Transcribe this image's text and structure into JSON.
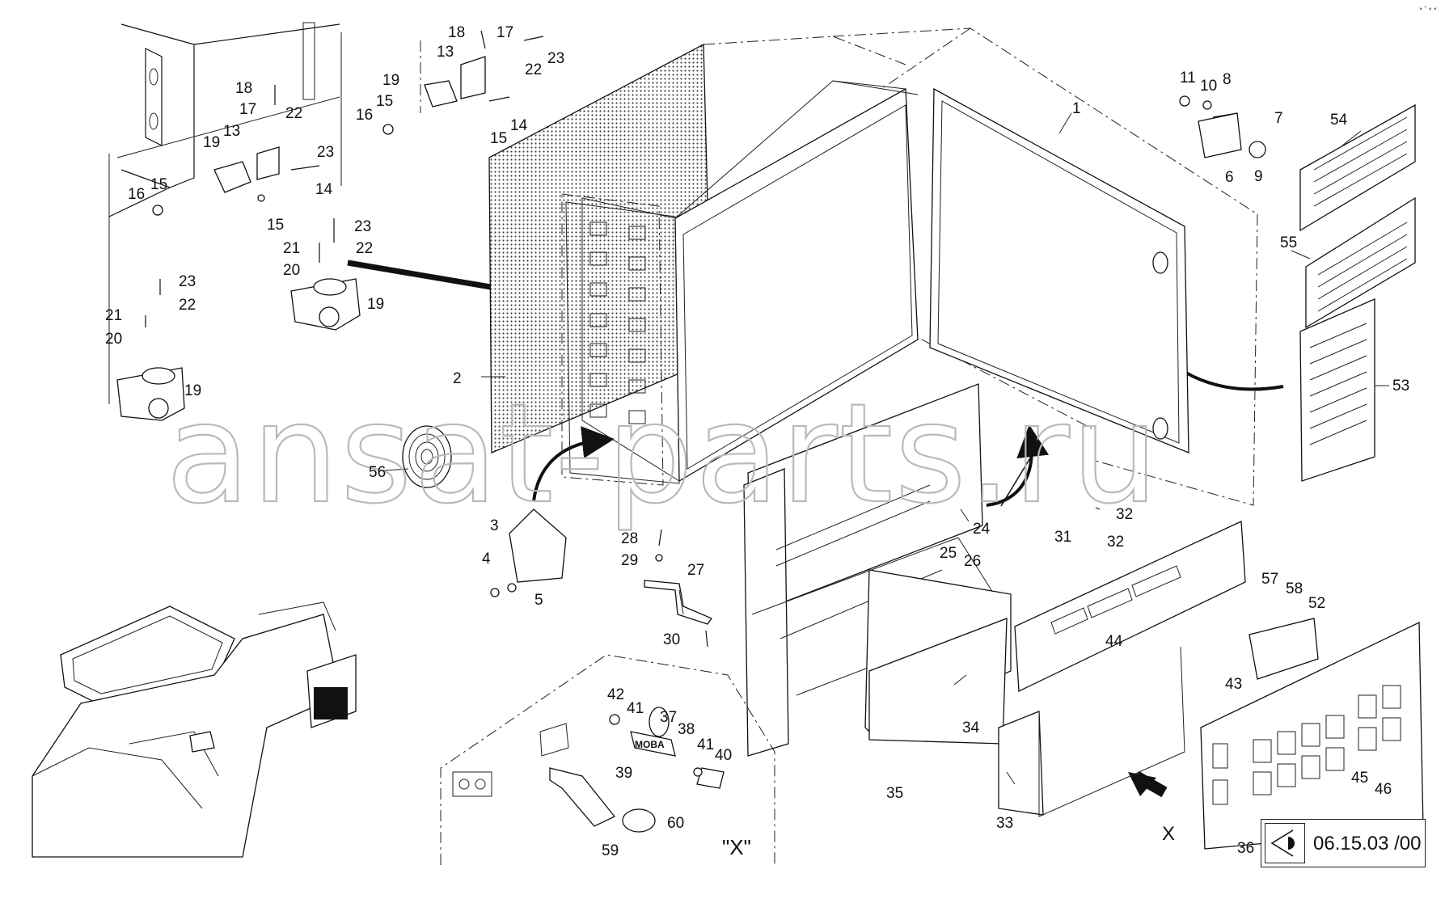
{
  "watermark": "ansat-parts.ru",
  "drawing_reference": "06.15.03 /00",
  "view_label": "\"X\"",
  "view_direction_letter": "X",
  "corner_mark": "∙⁺∙∙",
  "callouts": {
    "c1": "1",
    "c2": "2",
    "c3": "3",
    "c4": "4",
    "c5": "5",
    "c6": "6",
    "c7": "7",
    "c8": "8",
    "c9": "9",
    "c10": "10",
    "c11": "11",
    "c13a": "13",
    "c13b": "13",
    "c14a": "14",
    "c14b": "14",
    "c15a": "15",
    "c15b": "15",
    "c15c": "15",
    "c15d": "15",
    "c16a": "16",
    "c16b": "16",
    "c17a": "17",
    "c17b": "17",
    "c18a": "18",
    "c18b": "18",
    "c19a": "19",
    "c19b": "19",
    "c19c": "19",
    "c19d": "19",
    "c20a": "20",
    "c20b": "20",
    "c21a": "21",
    "c21b": "21",
    "c22a": "22",
    "c22b": "22",
    "c22c": "22",
    "c22d": "22",
    "c23a": "23",
    "c23b": "23",
    "c23c": "23",
    "c23d": "23",
    "c24": "24",
    "c25": "25",
    "c26": "26",
    "c27": "27",
    "c28": "28",
    "c29": "29",
    "c30": "30",
    "c31": "31",
    "c32a": "32",
    "c32b": "32",
    "c33": "33",
    "c34": "34",
    "c35": "35",
    "c36": "36",
    "c37": "37",
    "c38": "38",
    "c39": "39",
    "c40": "40",
    "c41a": "41",
    "c41b": "41",
    "c42": "42",
    "c43": "43",
    "c44": "44",
    "c45": "45",
    "c46": "46",
    "c52": "52",
    "c53": "53",
    "c54": "54",
    "c55": "55",
    "c56": "56",
    "c57": "57",
    "c58": "58",
    "c59": "59",
    "c60": "60"
  },
  "tag_text": "MOBA"
}
